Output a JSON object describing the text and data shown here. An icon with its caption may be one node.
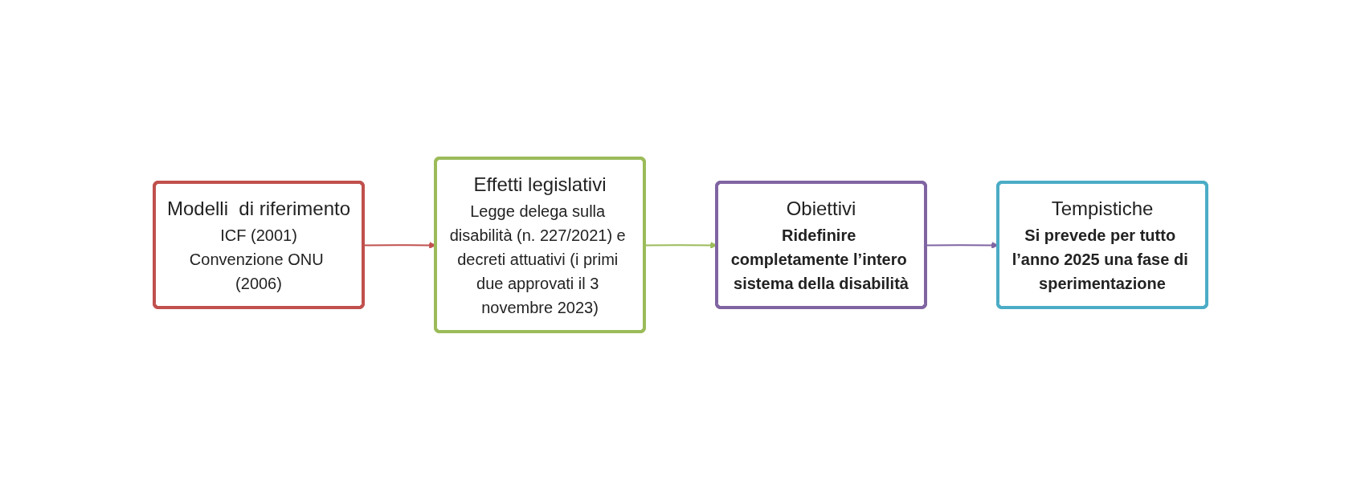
{
  "diagram": {
    "nodes": [
      {
        "text": [
          "Modelli  di riferimento",
          "ICF (2001)",
          "Convenzione ONU (2006)"
        ]
      },
      {
        "text": [
          "Effetti legislativi",
          "Legge delega sulla disabilità (n. 227/2021) e decreti attuativi (i primi due approvati il 3 novembre 2023)"
        ]
      },
      {
        "text": [
          "Obiettivi",
          "Ridefinire completamente l’intero sistema della disabilità"
        ]
      },
      {
        "text": [
          "Tempistiche",
          "Si prevede per tutto l’anno 2025 una fase di sperimentazione"
        ]
      }
    ],
    "edges": [
      {
        "from": 0,
        "to": 1,
        "arrow": "to",
        "color": "#c0504d"
      },
      {
        "from": 1,
        "to": 2,
        "arrow": "to",
        "color": "#9bbb59"
      },
      {
        "from": 2,
        "to": 3,
        "arrow": "to",
        "color": "#8064a2"
      }
    ]
  }
}
